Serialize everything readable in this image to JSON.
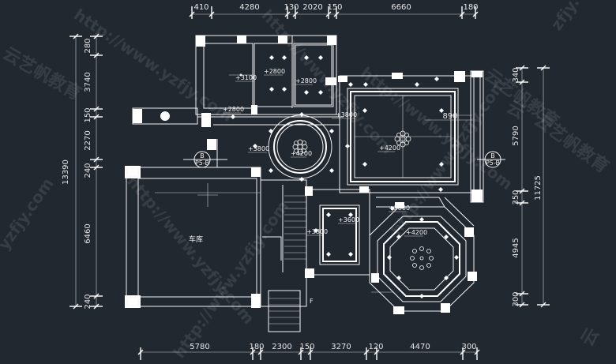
{
  "drawing": {
    "top_dims": [
      "410",
      "4280",
      "130",
      "2020",
      "150",
      "6660",
      "180"
    ],
    "bottom_dims": [
      "5780",
      "180",
      "2300",
      "150",
      "3270",
      "120",
      "4470",
      "300"
    ],
    "left_inner_dims": [
      "280",
      "3740",
      "150",
      "2270",
      "240",
      "6460",
      "240"
    ],
    "left_total": "13390",
    "right_inner_dims": [
      "340",
      "5790",
      "350",
      "4945",
      "300"
    ],
    "right_total": "11725",
    "interior_dim": "890",
    "room_label": "车库",
    "elevations": [
      "+3100",
      "+2800",
      "+2800",
      "+2800",
      "+3800",
      "+3800",
      "+4200",
      "+4200",
      "+3800",
      "+3600",
      "+3800",
      "+4200"
    ],
    "section_marks": {
      "left": {
        "letter": "B",
        "sheet": "P5-B"
      },
      "right": {
        "letter": "B",
        "sheet": "P5-B"
      }
    },
    "watermarks": {
      "url_a": "http://www.yzfjy.com",
      "url_b": "http://www.yzfjy.com",
      "url_c": "http://www.yzfjy.com",
      "url_d": "http://www.yzfjy.com",
      "url_e": "http://www.yzfjy.com",
      "url_f": "http://www.yzfjy.com",
      "cn_a": "云艺帆教育",
      "cn_b": "云艺帆教育",
      "cn_c": "云艺帆教育",
      "frag_a": "yzfjy.com",
      "frag_b": "zfjy.com",
      "frag_c": "云",
      "frag_d": "云"
    }
  }
}
